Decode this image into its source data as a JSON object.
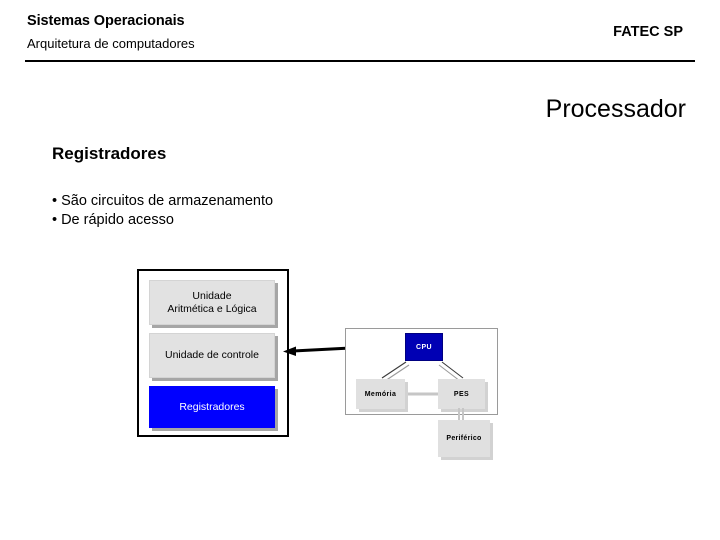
{
  "header": {
    "course_title": "Sistemas Operacionais",
    "course_subtitle": "Arquitetura de computadores",
    "institution": "FATEC SP"
  },
  "slide": {
    "title": "Processador",
    "section_heading": "Registradores",
    "bullets": [
      {
        "marker": "•",
        "text": "São circuitos de armazenamento"
      },
      {
        "marker": "•",
        "text": "De rápido acesso"
      }
    ]
  },
  "cpu_block_diagram": {
    "parts": [
      {
        "label_line1": "Unidade",
        "label_line2": "Aritmética e Lógica",
        "color": "#e2e2e2"
      },
      {
        "label_line1": "Unidade de controle",
        "label_line2": "",
        "color": "#e2e2e2"
      },
      {
        "label_line1": "Registradores",
        "label_line2": "",
        "color": "#0000ff"
      }
    ]
  },
  "system_diagram": {
    "nodes": [
      {
        "id": "cpu",
        "label": "CPU",
        "color": "#0000b4"
      },
      {
        "id": "memory",
        "label": "Memória",
        "color": "#e0e0e0"
      },
      {
        "id": "pes",
        "label": "PES",
        "color": "#e0e0e0"
      },
      {
        "id": "peripheral",
        "label": "Periférico",
        "color": "#e0e0e0"
      }
    ]
  },
  "colors": {
    "accent_blue": "#0000ff",
    "node_blue": "#0000b4",
    "box_grey": "#e0e0e0",
    "rule_black": "#000000"
  }
}
